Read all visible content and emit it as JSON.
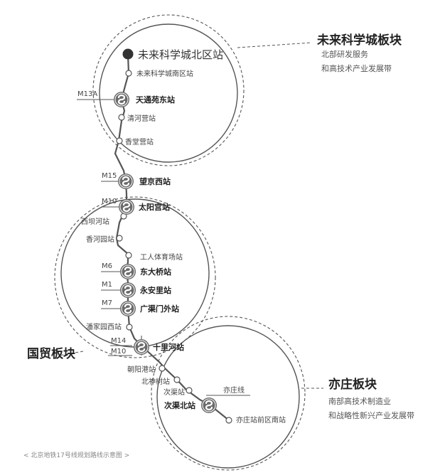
{
  "zones": {
    "north": {
      "title": "未来科学城板块",
      "desc1": "北部研发服务",
      "desc2": "和高技术产业发展带"
    },
    "guomao": {
      "title": "国贸板块"
    },
    "yizhuang": {
      "title": "亦庄板块",
      "desc1": "南部高技术制造业",
      "desc2": "和战略性新兴产业发展带"
    }
  },
  "stations": {
    "s01": "未来科学城北区站",
    "s02": "未来科学城南区站",
    "s03": "天通苑东站",
    "s04": "清河营站",
    "s05": "香堂营站",
    "s06": "望京西站",
    "s07": "太阳宫站",
    "s08": "西坝河站",
    "s09": "香河园站",
    "s10": "工人体育场站",
    "s11": "东大桥站",
    "s12": "永安里站",
    "s13": "广渠门外站",
    "s14": "潘家园西站",
    "s15": "十里河站",
    "s16": "朝阳港站",
    "s17": "北神树站",
    "s18": "次渠站",
    "s19": "次渠北站",
    "s20": "亦庄站前区南站"
  },
  "transfer_lines": {
    "s03": "M13A",
    "s06": "M15",
    "s07": "M10",
    "s11": "M6",
    "s12": "M1",
    "s13": "M7",
    "s15a": "M14",
    "s15b": "M10",
    "s19": "亦庄线"
  },
  "caption": "< 北京地铁17号线规划路线示意图 >",
  "colors": {
    "route": "#555555",
    "zone_circle": "#555555",
    "transfer_badge": "#666666"
  },
  "icons": {
    "transfer": "interchange-icon",
    "terminal": "terminal-dot-icon"
  }
}
